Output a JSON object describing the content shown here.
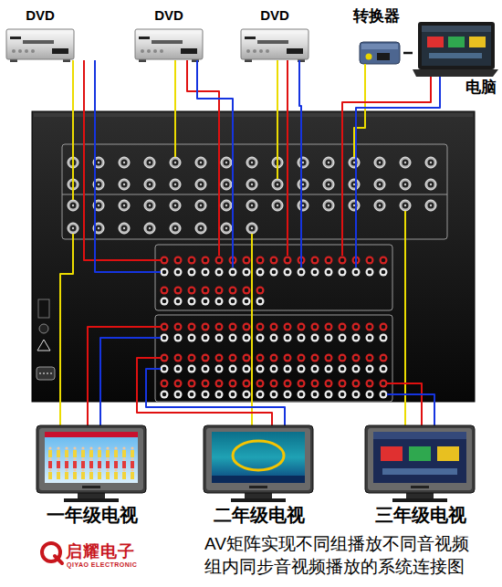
{
  "diagram": {
    "caption": "AV矩阵实现不同组播放不同音视频 组内同步音视频播放的系统连接图",
    "nodes": [
      {
        "text": [
          "DVD"
        ]
      },
      {
        "text": [
          "DVD"
        ]
      },
      {
        "text": [
          "DVD"
        ]
      },
      {
        "text": [
          "转换器"
        ]
      },
      {
        "text": [
          "电脑"
        ]
      },
      {
        "text": [
          "一年级电视"
        ]
      },
      {
        "text": [
          "二年级电视"
        ]
      },
      {
        "text": [
          "三年级电视"
        ]
      }
    ],
    "edges": [
      {
        "from": 3,
        "to": 4,
        "arrow": "none"
      }
    ],
    "labels": [
      "启耀电子",
      "QIYAO ELECTRONIC"
    ]
  }
}
